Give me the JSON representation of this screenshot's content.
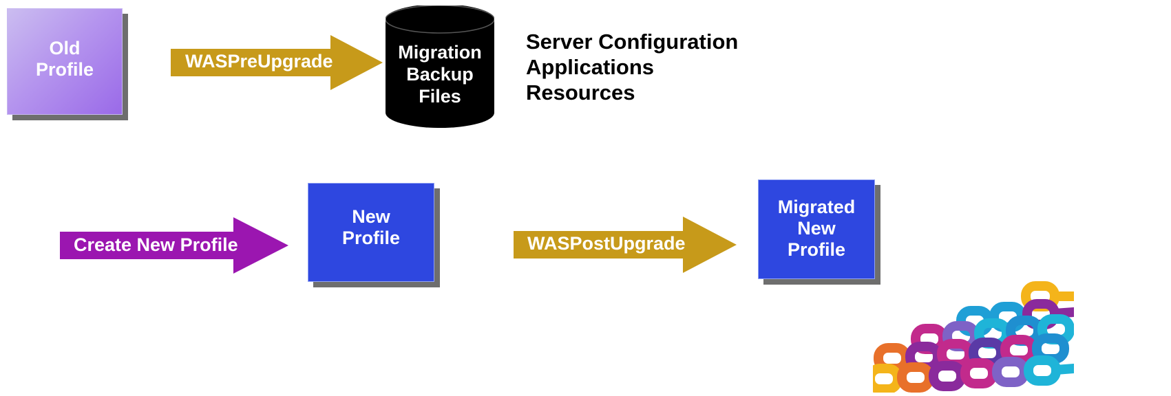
{
  "diagram": {
    "old_profile": {
      "label": "Old\nProfile"
    },
    "pre_upgrade_arrow": {
      "label": "WASPreUpgrade",
      "color": "#c79a1a"
    },
    "backup_store": {
      "label": "Migration\nBackup\nFiles"
    },
    "backup_contents": [
      "Server Configuration",
      "Applications",
      "Resources"
    ],
    "create_profile_arrow": {
      "label": "Create New Profile",
      "color": "#9b16b0"
    },
    "new_profile": {
      "label": "New\nProfile"
    },
    "post_upgrade_arrow": {
      "label": "WASPostUpgrade",
      "color": "#c79a1a"
    },
    "migrated_profile": {
      "label": "Migrated\nNew\nProfile"
    },
    "colors": {
      "old_profile": "#a57ef0",
      "profile_blue": "#2e47e0",
      "shadow": "#6e6e6e",
      "cylinder": "#000000"
    }
  }
}
